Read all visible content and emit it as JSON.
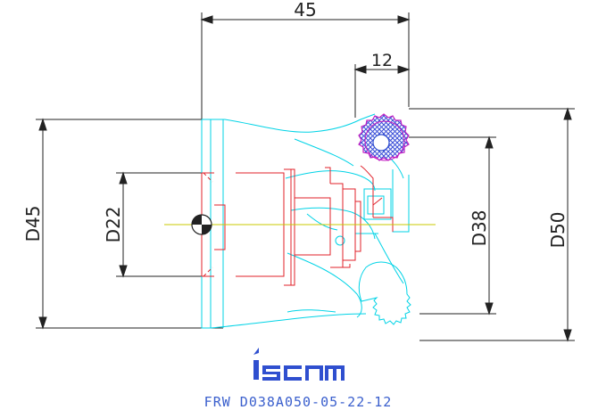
{
  "dimensions": {
    "overall_length": "45",
    "insert_length": "12",
    "shank_diameter": "D45",
    "bore_diameter": "D22",
    "cutting_diameter": "D38",
    "max_diameter": "D50"
  },
  "branding": {
    "logo_text": "iscar",
    "part_number": "FRW D038A050-05-22-12"
  },
  "colors": {
    "dimension": "#222222",
    "body_outline": "#00d3e6",
    "section_lines": "#e0202a",
    "insert_fill": "#3b4fd8",
    "insert_outline": "#c21dc2",
    "centerline": "#c8c800",
    "caption": "#3a5fcd"
  }
}
